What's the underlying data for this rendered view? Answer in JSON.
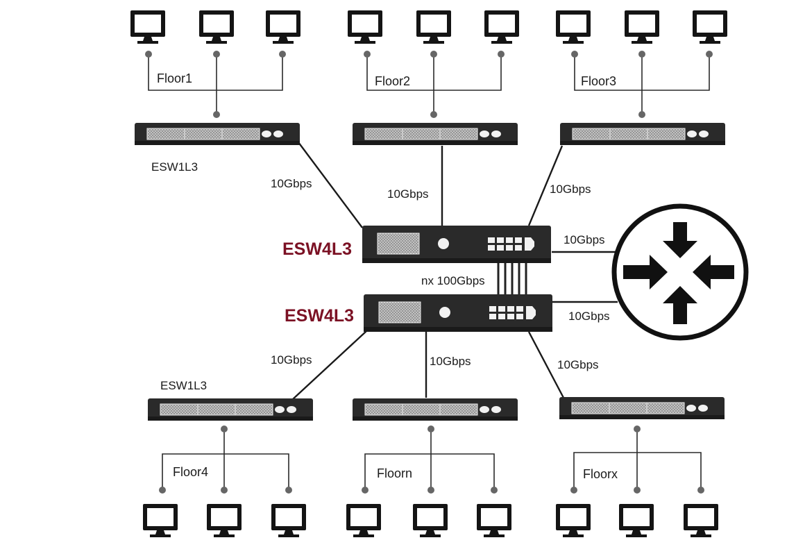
{
  "floors": {
    "top": [
      "Floor1",
      "Floor2",
      "Floor3"
    ],
    "bottom": [
      "Floor4",
      "Floorn",
      "Floorx"
    ]
  },
  "access_switch_labels": {
    "top_left": "ESW1L3",
    "bottom_left": "ESW1L3"
  },
  "core_switches": {
    "upper": "ESW4L3",
    "lower": "ESW4L3"
  },
  "links": {
    "top_left": "10Gbps",
    "top_mid": "10Gbps",
    "top_right": "10Gbps",
    "upper_router": "10Gbps",
    "core_interlink": "nx 100Gbps",
    "lower_router": "10Gbps",
    "bottom_left": "10Gbps",
    "bottom_mid": "10Gbps",
    "bottom_right": "10Gbps"
  },
  "icons": {
    "computer": "monitor-icon",
    "access_switch": "access-switch-icon",
    "core_switch": "core-switch-icon",
    "router": "router-icon"
  },
  "colors": {
    "core_label": "#7b1124",
    "device_body": "#2a2a2a",
    "router_body": "#111111"
  }
}
